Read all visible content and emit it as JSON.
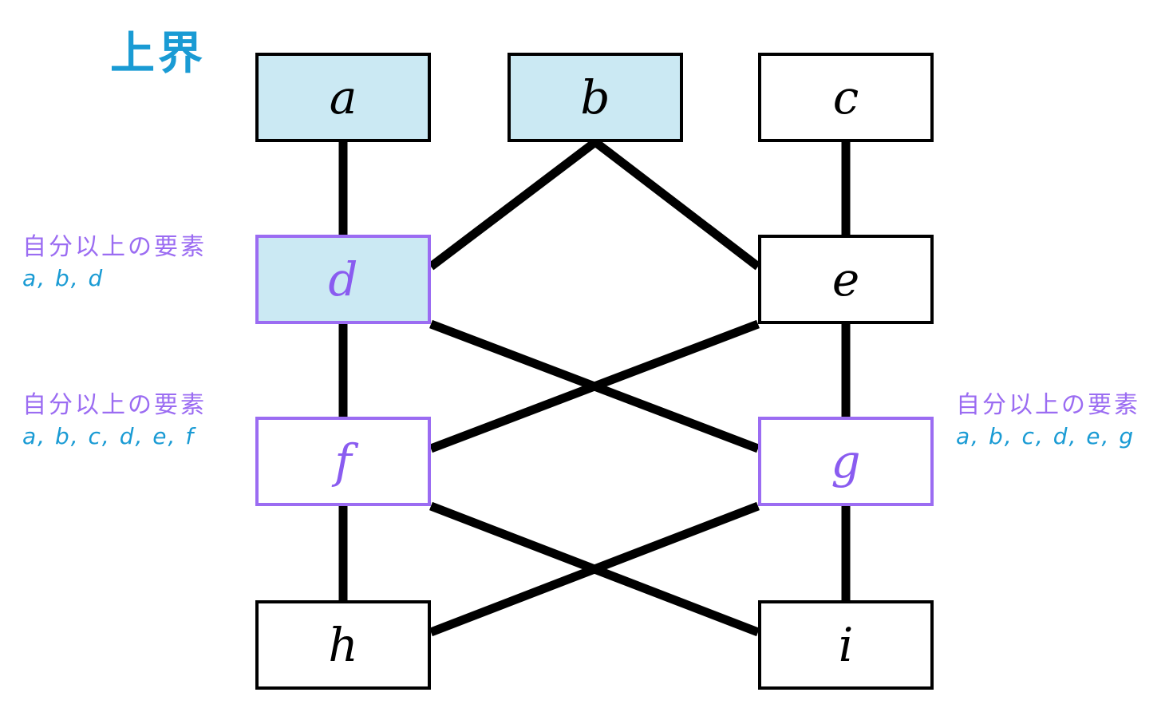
{
  "title": "上界",
  "nodes": {
    "a": {
      "label": "a",
      "highlight": true,
      "purple": false
    },
    "b": {
      "label": "b",
      "highlight": true,
      "purple": false
    },
    "c": {
      "label": "c",
      "highlight": false,
      "purple": false
    },
    "d": {
      "label": "d",
      "highlight": true,
      "purple": true
    },
    "e": {
      "label": "e",
      "highlight": false,
      "purple": false
    },
    "f": {
      "label": "f",
      "highlight": false,
      "purple": true
    },
    "g": {
      "label": "g",
      "highlight": false,
      "purple": true
    },
    "h": {
      "label": "h",
      "highlight": false,
      "purple": false
    },
    "i": {
      "label": "i",
      "highlight": false,
      "purple": false
    }
  },
  "edges": [
    [
      "a",
      "d"
    ],
    [
      "b",
      "d"
    ],
    [
      "b",
      "e"
    ],
    [
      "c",
      "e"
    ],
    [
      "d",
      "f"
    ],
    [
      "d",
      "g"
    ],
    [
      "e",
      "f"
    ],
    [
      "e",
      "g"
    ],
    [
      "f",
      "h"
    ],
    [
      "f",
      "i"
    ],
    [
      "g",
      "h"
    ],
    [
      "g",
      "i"
    ]
  ],
  "notes": {
    "d": {
      "heading": "自分以上の要素",
      "elements": "a, b, d"
    },
    "f": {
      "heading": "自分以上の要素",
      "elements": "a, b, c, d, e, f"
    },
    "g": {
      "heading": "自分以上の要素",
      "elements": "a, b, c, d, e, g"
    }
  },
  "colors": {
    "title": "#1a9bd4",
    "highlight_fill": "#cbe9f3",
    "purple": "#9b6cf2",
    "edge": "#000000"
  }
}
